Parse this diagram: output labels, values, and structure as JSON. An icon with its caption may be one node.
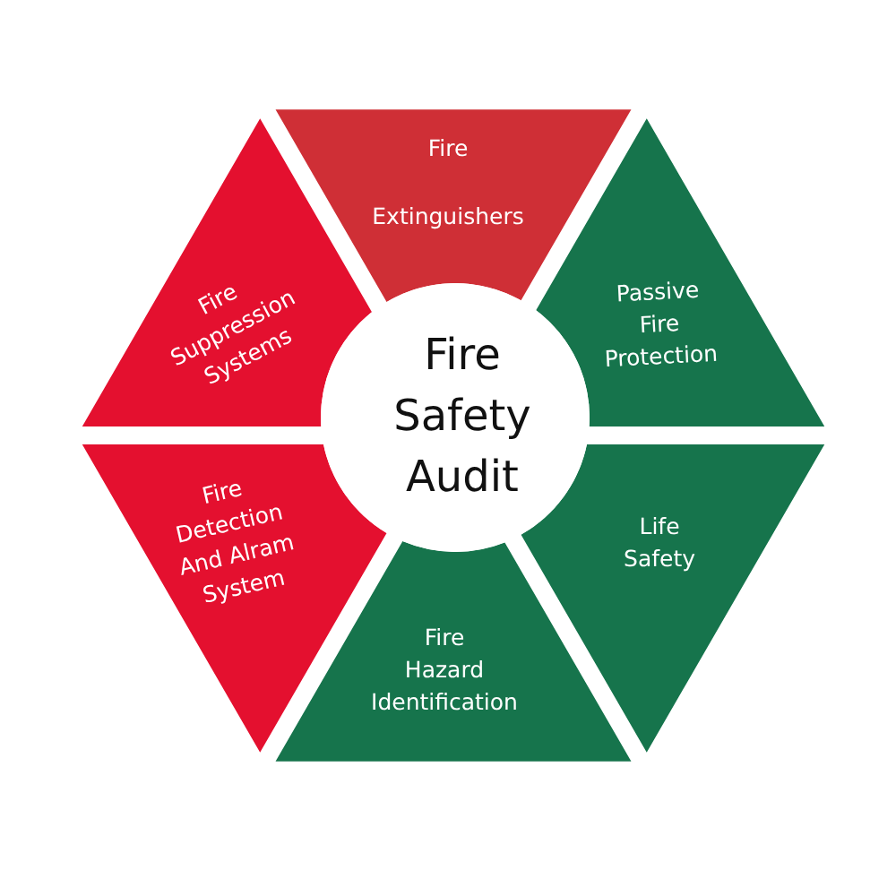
{
  "diagram": {
    "nodes": [
      {
        "text": [
          "Fire Safety Audit"
        ]
      },
      {
        "text": [
          "Fire Extinguishers"
        ]
      },
      {
        "text": [
          "Passive Fire Protection"
        ]
      },
      {
        "text": [
          "Life Safety"
        ]
      },
      {
        "text": [
          "Fire Hazard Identification"
        ]
      },
      {
        "text": [
          "Fire Detection And Alram System"
        ]
      },
      {
        "text": [
          "Fire Suppression Systems"
        ]
      }
    ]
  }
}
